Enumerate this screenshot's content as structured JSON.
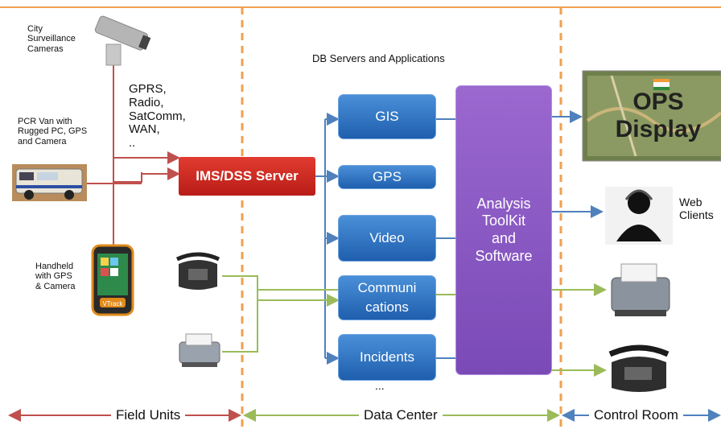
{
  "labels": {
    "camera": "City\nSurveillance\nCameras",
    "van": "PCR Van with\nRugged PC, GPS\nand Camera",
    "handheld": "Handheld\nwith GPS\n& Camera",
    "network": "GPRS,\nRadio,\nSatComm,\nWAN,\n..",
    "db_title": "DB Servers and Applications",
    "web_clients": "Web\nClients",
    "dots": "...",
    "ops_line1": "OPS",
    "ops_line2": "Display",
    "vtrack": "VTrack"
  },
  "boxes": {
    "server": "IMS/DSS Server",
    "gis": "GIS",
    "gps": "GPS",
    "video": "Video",
    "comms": "Communi\ncations",
    "incidents": "Incidents",
    "analysis": "Analysis\nToolKit\nand\nSoftware"
  },
  "sections": {
    "field": "Field Units",
    "data": "Data Center",
    "control": "Control Room"
  },
  "colors": {
    "divider": "#f0a050",
    "red_line": "#c0504d",
    "blue_line": "#4f81bd",
    "green_line": "#9bbb59"
  }
}
